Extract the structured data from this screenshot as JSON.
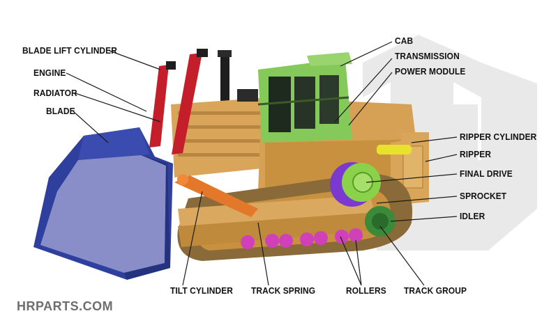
{
  "labels": {
    "blade_lift_cylinder": "BLADE LIFT CYLINDER",
    "engine": "ENGINE",
    "radiator": "RADIATOR",
    "blade": "BLADE",
    "cab": "CAB",
    "transmission": "TRANSMISSION",
    "power_module": "POWER MODULE",
    "ripper_cylinder": "RIPPER CYLINDER",
    "ripper": "RIPPER",
    "final_drive": "FINAL DRIVE",
    "sprocket": "SPROCKET",
    "idler": "IDLER",
    "tilt_cylinder": "TILT CYLINDER",
    "track_spring": "TRACK SPRING",
    "rollers": "ROLLERS",
    "track_group": "TRACK GROUP"
  },
  "brand": "HRPARTS.COM",
  "colors": {
    "blade": "#2f3f9e",
    "body": "#d9a55a",
    "cab": "#84c95a",
    "lift_cylinder": "#c41e2a",
    "tilt_cylinder": "#e4782a",
    "ripper_cylinder": "#e8e22a",
    "final_drive": "#8ad24a",
    "sprocket": "#7a3ad0",
    "rollers": "#d040b8",
    "track": "#8a6a38",
    "watermark": "#e6e6e6"
  }
}
